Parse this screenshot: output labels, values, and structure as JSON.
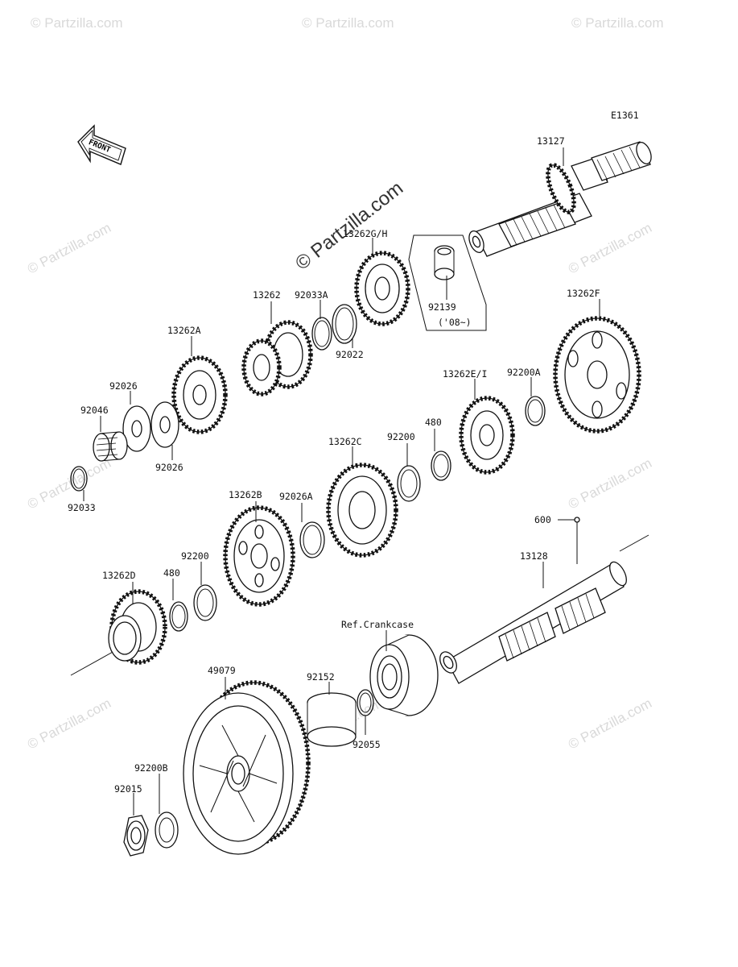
{
  "diagram_id": "E1361",
  "front_label": "FRONT",
  "watermark": "© Partzilla.com",
  "labels": {
    "p13127": "13127",
    "p13262gh": "13262G/H",
    "p92139": "92139",
    "p08": "('08~)",
    "p13262": "13262",
    "p92033a": "92033A",
    "p92022": "92022",
    "p13262a": "13262A",
    "p13262f": "13262F",
    "p92026_top": "92026",
    "p92046": "92046",
    "p92026_bottom": "92026",
    "p92033": "92033",
    "p13262ei": "13262E/I",
    "p92200a": "92200A",
    "p480_upper": "480",
    "p92200_upper": "92200",
    "p13262c": "13262C",
    "p13262b": "13262B",
    "p92026a": "92026A",
    "p600": "600",
    "p92200_lower": "92200",
    "p480_lower": "480",
    "p13262d": "13262D",
    "p13128": "13128",
    "ref_crankcase": "Ref.Crankcase",
    "p49079": "49079",
    "p92152": "92152",
    "p92055": "92055",
    "p92200b": "92200B",
    "p92015": "92015"
  }
}
